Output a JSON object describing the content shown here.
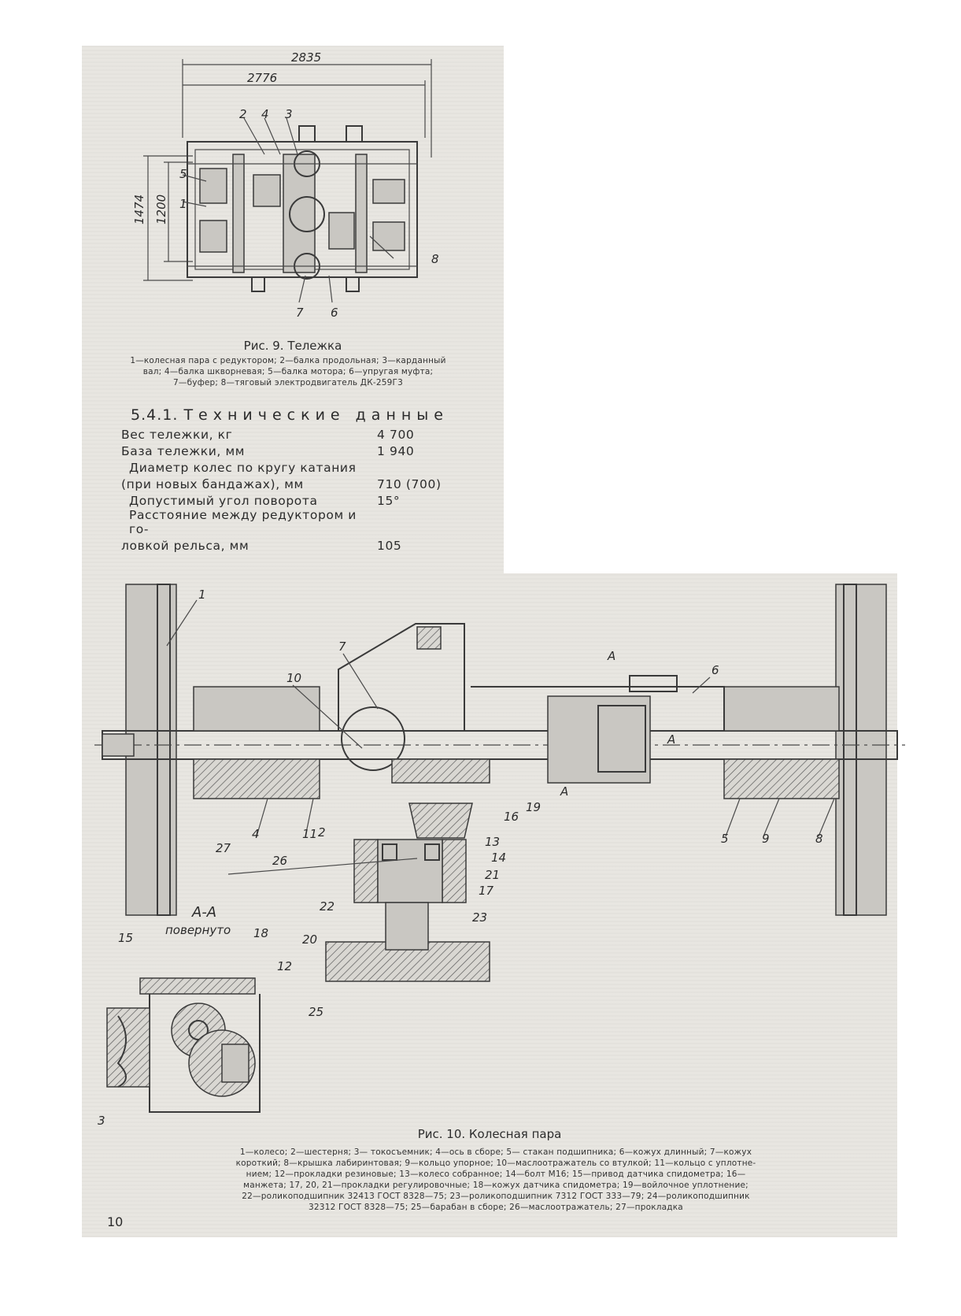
{
  "fig9": {
    "dims": [
      "2835",
      "2776",
      "1474",
      "1200"
    ],
    "callouts": [
      "1",
      "2",
      "3",
      "4",
      "5",
      "6",
      "7",
      "8"
    ],
    "caption": "Рис. 9. Тележка",
    "legend_lines": [
      "1—колесная пара с редуктором; 2—балка продольная; 3—карданный",
      "вал; 4—балка шкворневая; 5—балка мотора; 6—упругая муфта;",
      "7—буфер; 8—тяговый электродвигатель ДК-259Г3"
    ]
  },
  "specs": {
    "number": "5.4.1.",
    "title": "Технические данные",
    "rows": [
      {
        "name": "Вес тележки, кг",
        "value": "4 700"
      },
      {
        "name": "База тележки, мм",
        "value": "1 940"
      },
      {
        "name": "Диаметр колес по кругу катания",
        "value": ""
      },
      {
        "name": "(при новых бандажах), мм",
        "value": "710 (700)"
      },
      {
        "name": "Допустимый угол поворота",
        "value": "15°"
      },
      {
        "name": "Расстояние между редуктором и го-",
        "value": ""
      },
      {
        "name": "ловкой рельса, мм",
        "value": "105"
      }
    ]
  },
  "fig10": {
    "callouts": [
      "1",
      "2",
      "3",
      "4",
      "5",
      "6",
      "7",
      "8",
      "9",
      "10",
      "11",
      "12",
      "13",
      "14",
      "15",
      "16",
      "17",
      "18",
      "19",
      "20",
      "21",
      "22",
      "23",
      "25",
      "26",
      "27",
      "А",
      "А",
      "А"
    ],
    "section_label": "А-А",
    "section_note": "повернуто",
    "caption": "Рис. 10. Колесная пара",
    "legend_lines": [
      "1—колесо; 2—шестерня; 3— токосъемник; 4—ось в сборе; 5— стакан подшипника; 6—кожух длинный; 7—кожух",
      "короткий; 8—крышка лабиринтовая; 9—кольцо упорное; 10—маслоотражатель со втулкой; 11—кольцо с уплотне-",
      "нием; 12—прокладки резиновые; 13—колесо собранное; 14—болт М16; 15—привод датчика спидометра; 16—",
      "манжета; 17, 20, 21—прокладки регулировочные; 18—кожух датчика спидометра; 19—войлочное уплотнение;",
      "22—роликоподшипник 32413 ГОСТ 8328—75; 23—роликоподшипник 7312 ГОСТ 333—79; 24—роликоподшипник",
      "32312 ГОСТ 8328—75; 25—барабан в сборе; 26—маслоотражатель; 27—прокладка"
    ]
  },
  "page_number": "10"
}
